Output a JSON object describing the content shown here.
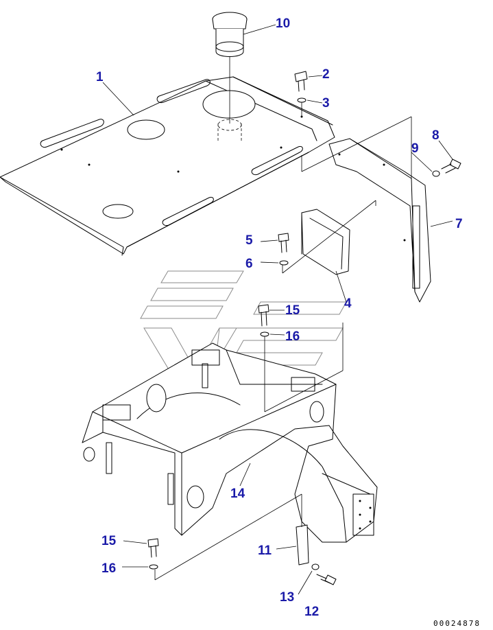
{
  "callouts": [
    {
      "id": "1",
      "label": "1"
    },
    {
      "id": "2",
      "label": "2"
    },
    {
      "id": "3",
      "label": "3"
    },
    {
      "id": "4",
      "label": "4"
    },
    {
      "id": "5",
      "label": "5"
    },
    {
      "id": "6",
      "label": "6"
    },
    {
      "id": "7",
      "label": "7"
    },
    {
      "id": "8",
      "label": "8"
    },
    {
      "id": "9",
      "label": "9"
    },
    {
      "id": "10",
      "label": "10"
    },
    {
      "id": "11",
      "label": "11"
    },
    {
      "id": "12",
      "label": "12"
    },
    {
      "id": "13",
      "label": "13"
    },
    {
      "id": "14",
      "label": "14"
    },
    {
      "id": "15a",
      "label": "15"
    },
    {
      "id": "16a",
      "label": "16"
    },
    {
      "id": "15b",
      "label": "15"
    },
    {
      "id": "16b",
      "label": "16"
    }
  ],
  "document_id": "00024878",
  "colors": {
    "callout": "#1a1aa8",
    "line": "#000000",
    "watermark": "#8a8a8a",
    "background": "#ffffff"
  }
}
